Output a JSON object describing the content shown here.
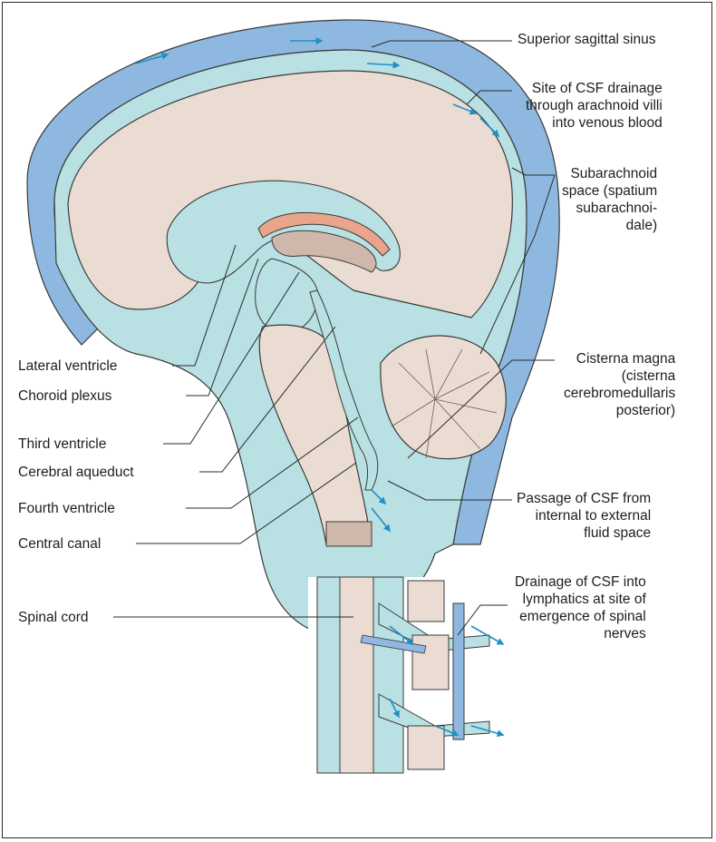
{
  "diagram": {
    "colors": {
      "csf": "#b9e0e3",
      "venous": "#8fb8e0",
      "tissue": "#eadcd2",
      "plexus": "#e9a58c",
      "outline": "#3a3a3a",
      "arrow": "#1f8fc8"
    },
    "labels": {
      "superior_sagittal_sinus": "Superior sagittal sinus",
      "csf_drainage_villi": "Site of CSF drainage\nthrough arachnoid villi\ninto venous blood",
      "subarachnoid_space": "Subarachnoid\nspace (spatium\nsubarachnoi-\ndale)",
      "cisterna_magna": "Cisterna magna\n(cisterna\ncerebromedullaris\nposterior)",
      "passage_csf": "Passage of CSF from\ninternal to external\nfluid space",
      "drainage_lymphatics": "Drainage of CSF into\nlymphatics at site of\nemergence of spinal\nnerves",
      "lateral_ventricle": "Lateral ventricle",
      "choroid_plexus": "Choroid plexus",
      "third_ventricle": "Third ventricle",
      "cerebral_aqueduct": "Cerebral aqueduct",
      "fourth_ventricle": "Fourth ventricle",
      "central_canal": "Central canal",
      "spinal_cord": "Spinal cord"
    }
  }
}
